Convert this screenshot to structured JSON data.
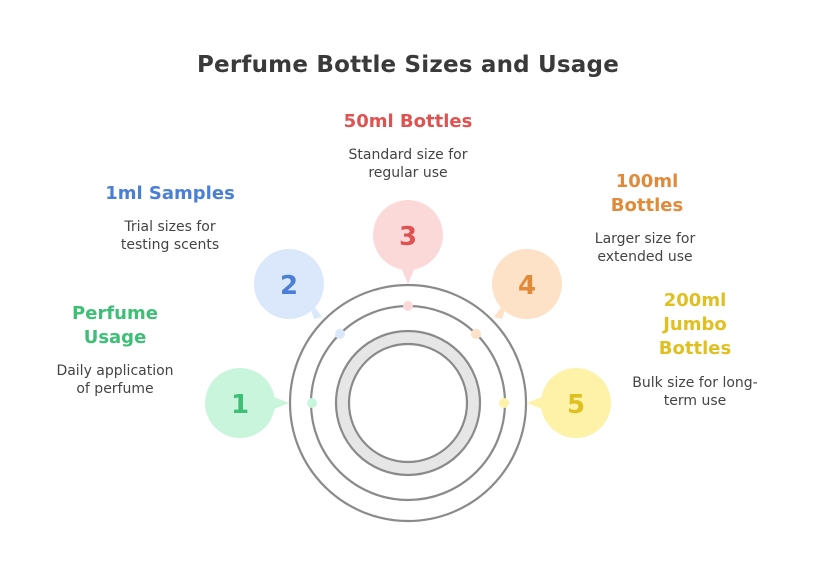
{
  "title": "Perfume Bottle Sizes and Usage",
  "colors": {
    "green": "#3dbf76",
    "green_fill": "#c9f5dc",
    "blue": "#4a7fd6",
    "blue_fill": "#dbe8fc",
    "red": "#e05252",
    "red_fill": "#fcd9d9",
    "orange": "#e08a3a",
    "orange_fill": "#fde2c8",
    "yellow": "#e0c020",
    "yellow_fill": "#fdf2a8",
    "ring": "#8a8a8a"
  },
  "steps": [
    {
      "number": "1",
      "label_lines": [
        "Perfume",
        "Usage"
      ],
      "desc_lines": [
        "Daily application",
        "of perfume"
      ]
    },
    {
      "number": "2",
      "label_lines": [
        "1ml Samples"
      ],
      "desc_lines": [
        "Trial sizes for",
        "testing scents"
      ]
    },
    {
      "number": "3",
      "label_lines": [
        "50ml Bottles"
      ],
      "desc_lines": [
        "Standard size for",
        "regular use"
      ]
    },
    {
      "number": "4",
      "label_lines": [
        "100ml",
        "Bottles"
      ],
      "desc_lines": [
        "Larger size for",
        "extended use"
      ]
    },
    {
      "number": "5",
      "label_lines": [
        "200ml",
        "Jumbo",
        "Bottles"
      ],
      "desc_lines": [
        "Bulk size for long-",
        "term use"
      ]
    }
  ]
}
